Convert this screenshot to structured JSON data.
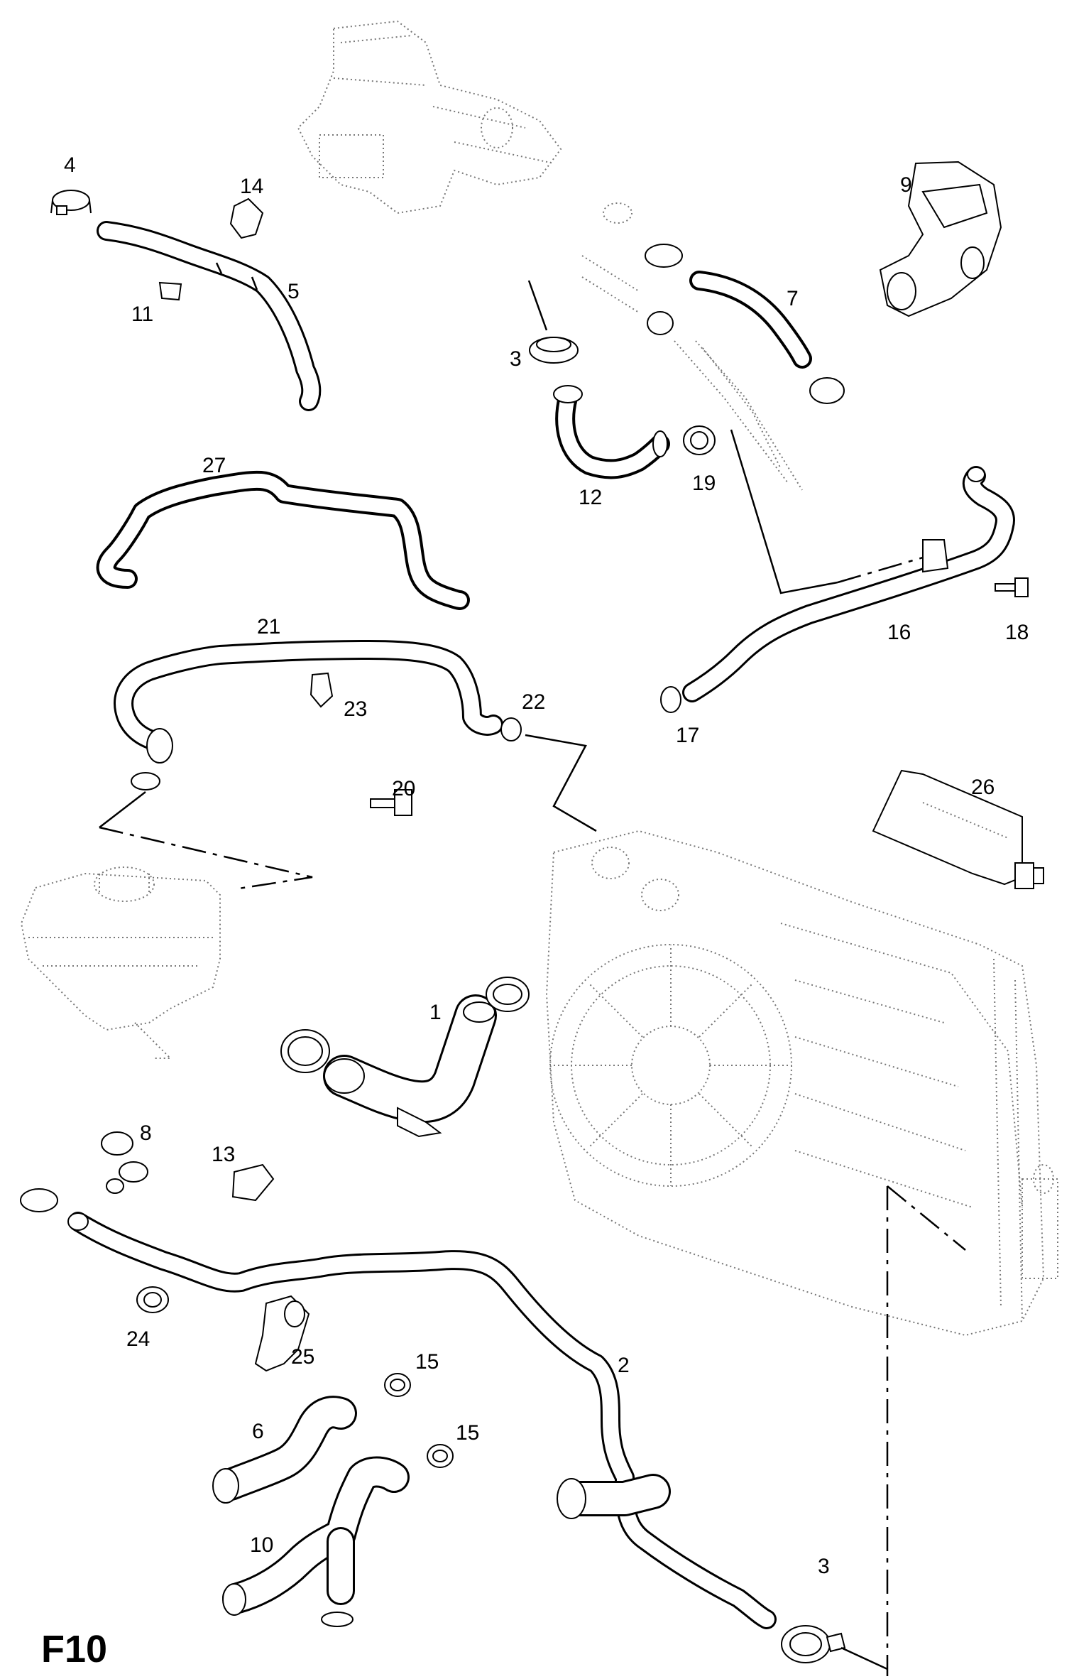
{
  "figure_label": "F10",
  "callouts": {
    "p1": "1",
    "p2": "2",
    "p3a": "3",
    "p3b": "3",
    "p4": "4",
    "p5": "5",
    "p6": "6",
    "p7": "7",
    "p8": "8",
    "p9": "9",
    "p10": "10",
    "p11": "11",
    "p12": "12",
    "p13": "13",
    "p14": "14",
    "p15a": "15",
    "p15b": "15",
    "p16": "16",
    "p17": "17",
    "p18": "18",
    "p19": "19",
    "p20": "20",
    "p21": "21",
    "p22": "22",
    "p23": "23",
    "p24": "24",
    "p25": "25",
    "p26": "26",
    "p27": "27"
  }
}
